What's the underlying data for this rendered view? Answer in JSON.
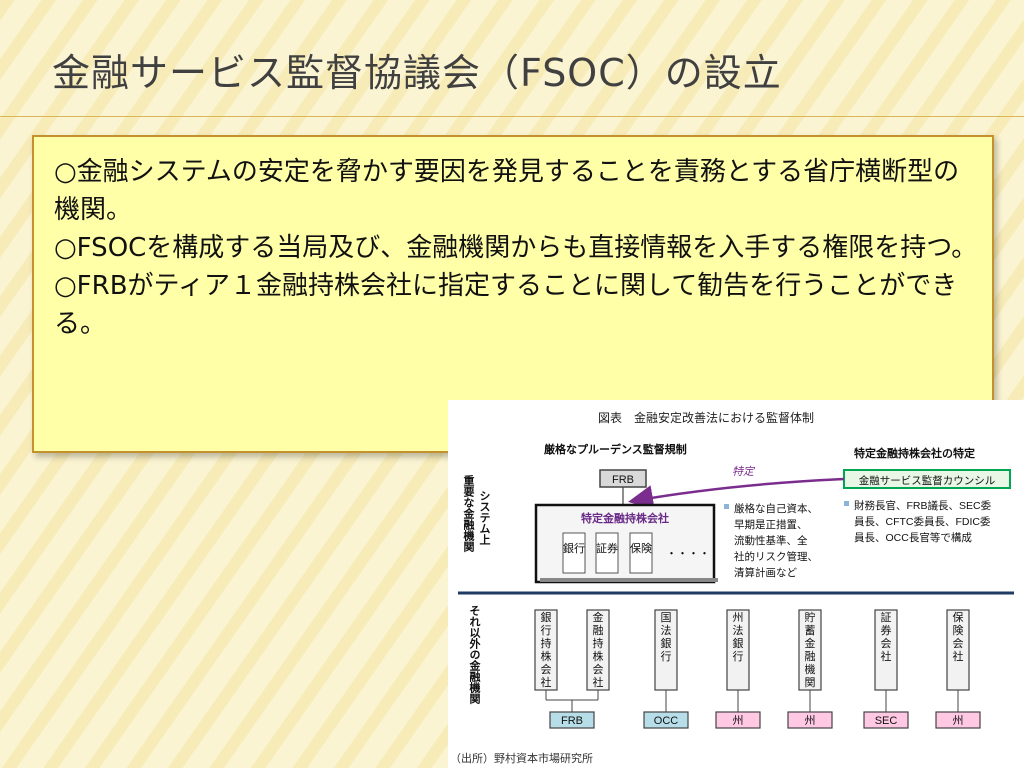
{
  "title": "金融サービス監督協議会（FSOC）の設立",
  "bullets": [
    "○金融システムの安定を脅かす要因を発見することを責務とする省庁横断型の機関。",
    "○FSOCを構成する当局及び、金融機関からも直接情報を入手する権限を持つ。",
    "○FRBがティア１金融持株会社に指定することに関して勧告を行うことができる。"
  ],
  "figure": {
    "caption": "図表　金融安定改善法における監督体制",
    "prudential_label": "厳格なプルーデンス監督規制",
    "specific_label": "特定金融持株会社の特定",
    "council_label": "金融サービス監督カウンシル",
    "frb_top": "FRB",
    "designate_label": "特定",
    "sifi_label": "特定金融持株会社",
    "sifi_units": [
      "銀行",
      "証券",
      "保険"
    ],
    "ellipsis": "・・・・",
    "systemic_label_a": "重要な金融機関",
    "systemic_label_b": "システム上",
    "other_label": "それ以外の金融機関",
    "rules_lines": [
      "厳格な自己資本、",
      "早期是正措置、",
      "流動性基準、全",
      "社的リスク管理、",
      "清算計画など"
    ],
    "members_lines": [
      "財務長官、FRB議長、SEC委",
      "員長、CFTC委員長、FDIC委",
      "員長、OCC長官等で構成"
    ],
    "institutions": [
      {
        "name": "銀行持株会社",
        "regulator": "FRB",
        "color": "#b7dee8"
      },
      {
        "name": "金融持株会社",
        "regulator": "FRB",
        "color": "#b7dee8"
      },
      {
        "name": "国法銀行",
        "regulator": "OCC",
        "color": "#b7dee8"
      },
      {
        "name": "州法銀行",
        "regulator": "州",
        "color": "#ffc9e4"
      },
      {
        "name": "貯蓄金融機関",
        "regulator": "州",
        "color": "#ffc9e4"
      },
      {
        "name": "証券会社",
        "regulator": "SEC",
        "color": "#ffc9e4"
      },
      {
        "name": "保険会社",
        "regulator": "州",
        "color": "#ffc9e4"
      }
    ],
    "source": "（出所）野村資本市場研究所"
  },
  "colors": {
    "council_green": "#00a651",
    "arrow_purple": "#7b2d8e",
    "frb_blue": "#b7dee8",
    "state_pink": "#ffc9e4"
  }
}
